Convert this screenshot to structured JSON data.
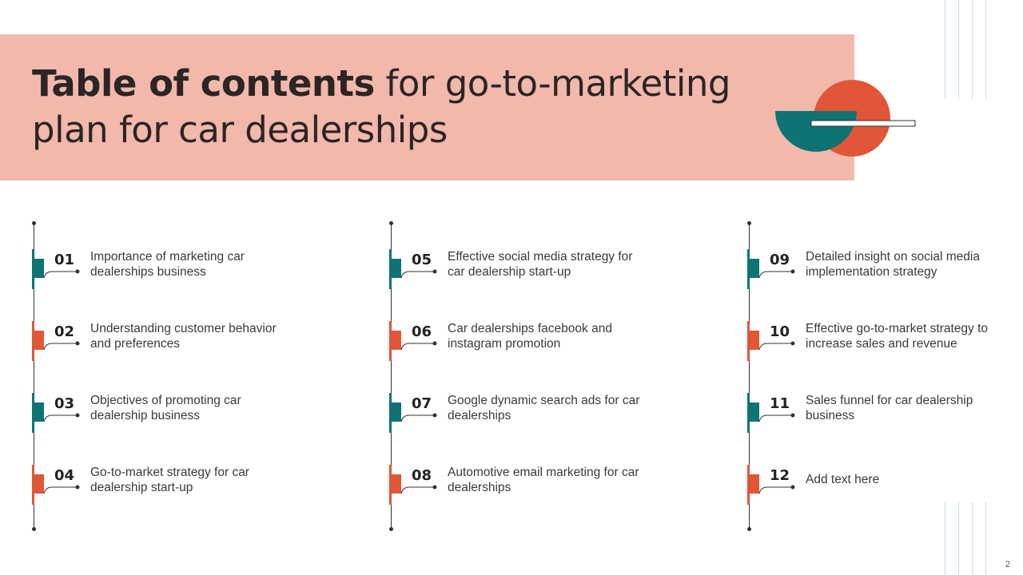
{
  "slide": {
    "title_bold": "Table of contents",
    "title_rest": " for go-to-marketing plan for car dealerships",
    "page_number": "2"
  },
  "colors": {
    "banner": "#f2b8ac",
    "teal": "#0f7374",
    "orange": "#e05637",
    "deco_line": "#c8dde3"
  },
  "columns": [
    {
      "items": [
        {
          "number": "01",
          "text": "Importance of marketing car dealerships business",
          "accent": "teal"
        },
        {
          "number": "02",
          "text": "Understanding customer behavior and preferences",
          "accent": "orange"
        },
        {
          "number": "03",
          "text": "Objectives of promoting car dealership business",
          "accent": "teal"
        },
        {
          "number": "04",
          "text": "Go-to-market strategy for car dealership start-up",
          "accent": "orange"
        }
      ]
    },
    {
      "items": [
        {
          "number": "05",
          "text": "Effective social media strategy for car dealership start-up",
          "accent": "teal"
        },
        {
          "number": "06",
          "text": "Car dealerships facebook and instagram promotion",
          "accent": "orange"
        },
        {
          "number": "07",
          "text": "Google dynamic search ads for car dealerships",
          "accent": "teal"
        },
        {
          "number": "08",
          "text": "Automotive email marketing for car dealerships",
          "accent": "orange"
        }
      ]
    },
    {
      "items": [
        {
          "number": "09",
          "text": "Detailed insight on social media implementation strategy",
          "accent": "teal"
        },
        {
          "number": "10",
          "text": "Effective go-to-market strategy to increase sales and revenue",
          "accent": "orange"
        },
        {
          "number": "11",
          "text": "Sales funnel for car dealership business",
          "accent": "teal"
        },
        {
          "number": "12",
          "text": "Add text here",
          "accent": "orange"
        }
      ]
    }
  ]
}
